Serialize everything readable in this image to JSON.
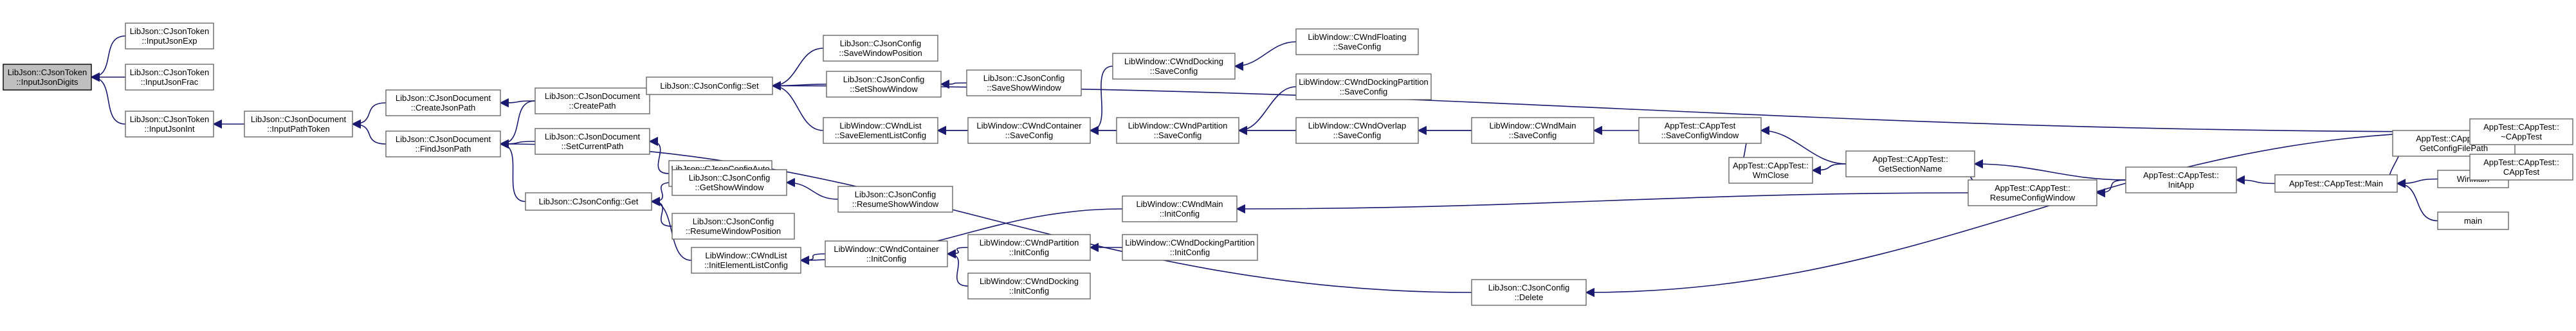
{
  "nodes": [
    {
      "id": "n0",
      "lines": [
        "LibJson::CJsonToken",
        "::InputJsonDigits"
      ],
      "root": true
    },
    {
      "id": "n1",
      "lines": [
        "LibJson::CJsonToken",
        "::InputJsonExp"
      ]
    },
    {
      "id": "n2",
      "lines": [
        "LibJson::CJsonToken",
        "::InputJsonFrac"
      ]
    },
    {
      "id": "n3",
      "lines": [
        "LibJson::CJsonToken",
        "::InputJsonInt"
      ]
    },
    {
      "id": "n4",
      "lines": [
        "LibJson::CJsonDocument",
        "::InputPathToken"
      ]
    },
    {
      "id": "n5",
      "lines": [
        "LibJson::CJsonDocument",
        "::CreateJsonPath"
      ]
    },
    {
      "id": "n6",
      "lines": [
        "LibJson::CJsonDocument",
        "::FindJsonPath"
      ]
    },
    {
      "id": "n7",
      "lines": [
        "LibJson::CJsonDocument",
        "::CreatePath"
      ]
    },
    {
      "id": "n8",
      "lines": [
        "LibJson::CJsonDocument",
        "::SetCurrentPath"
      ]
    },
    {
      "id": "n9",
      "lines": [
        "LibJson::CJsonConfig::Get"
      ]
    },
    {
      "id": "n10",
      "lines": [
        "LibJson::CJsonConfig::Set"
      ]
    },
    {
      "id": "n11",
      "lines": [
        "LibJson::CJsonConfigAuto",
        "::~CJsonConfigAuto"
      ]
    },
    {
      "id": "n12",
      "lines": [
        "LibJson::CJsonConfig",
        "::GetShowWindow"
      ]
    },
    {
      "id": "n13",
      "lines": [
        "LibJson::CJsonConfig",
        "::ResumeWindowPosition"
      ]
    },
    {
      "id": "n14",
      "lines": [
        "LibJson::CJsonConfig",
        "::SaveWindowPosition"
      ]
    },
    {
      "id": "n15",
      "lines": [
        "LibJson::CJsonConfig",
        "::SetShowWindow"
      ]
    },
    {
      "id": "n16",
      "lines": [
        "LibWindow::CWndList",
        "::SaveElementListConfig"
      ]
    },
    {
      "id": "n17",
      "lines": [
        "LibWindow::CWndList",
        "::InitElementListConfig"
      ]
    },
    {
      "id": "n18",
      "lines": [
        "LibJson::CJsonConfig",
        "::ResumeShowWindow"
      ]
    },
    {
      "id": "n19",
      "lines": [
        "LibJson::CJsonConfig",
        "::SaveShowWindow"
      ]
    },
    {
      "id": "n20",
      "lines": [
        "LibWindow::CWndContainer",
        "::SaveConfig"
      ]
    },
    {
      "id": "n21",
      "lines": [
        "LibWindow::CWndContainer",
        "::InitConfig"
      ]
    },
    {
      "id": "n22",
      "lines": [
        "LibWindow::CWndDocking",
        "::SaveConfig"
      ]
    },
    {
      "id": "n23",
      "lines": [
        "LibWindow::CWndPartition",
        "::SaveConfig"
      ]
    },
    {
      "id": "n24",
      "lines": [
        "LibWindow::CWndPartition",
        "::InitConfig"
      ]
    },
    {
      "id": "n25",
      "lines": [
        "LibWindow::CWndDocking",
        "::InitConfig"
      ]
    },
    {
      "id": "n26",
      "lines": [
        "LibWindow::CWndMain",
        "::InitConfig"
      ]
    },
    {
      "id": "n27",
      "lines": [
        "LibWindow::CWndFloating",
        "::SaveConfig"
      ]
    },
    {
      "id": "n28",
      "lines": [
        "LibWindow::CWndDockingPartition",
        "::SaveConfig"
      ]
    },
    {
      "id": "n29",
      "lines": [
        "LibWindow::CWndOverlap",
        "::SaveConfig"
      ]
    },
    {
      "id": "n30",
      "lines": [
        "LibWindow::CWndDockingPartition",
        "::InitConfig"
      ]
    },
    {
      "id": "n31",
      "lines": [
        "LibWindow::CWndMain",
        "::SaveConfig"
      ]
    },
    {
      "id": "n32",
      "lines": [
        "LibJson::CJsonConfig",
        "::Delete"
      ]
    },
    {
      "id": "n33",
      "lines": [
        "AppTest::CAppTest",
        "::SaveConfigWindow"
      ]
    },
    {
      "id": "n34",
      "lines": [
        "AppTest::CAppTest::",
        "WmClose"
      ]
    },
    {
      "id": "n35",
      "lines": [
        "AppTest::CAppTest::",
        "GetSectionName"
      ]
    },
    {
      "id": "n36",
      "lines": [
        "AppTest::CAppTest::",
        "ResumeConfigWindow"
      ]
    },
    {
      "id": "n37",
      "lines": [
        "AppTest::CAppTest::",
        "InitApp"
      ]
    },
    {
      "id": "n38",
      "lines": [
        "AppTest::CAppTest::Main"
      ]
    },
    {
      "id": "n39",
      "lines": [
        "AppTest::CAppTest::",
        "GetConfigFilePath"
      ]
    },
    {
      "id": "n40",
      "lines": [
        "WinMain"
      ]
    },
    {
      "id": "n41",
      "lines": [
        "main"
      ]
    },
    {
      "id": "n42",
      "lines": [
        "AppTest::CAppTest::",
        "~CAppTest"
      ]
    },
    {
      "id": "n43",
      "lines": [
        "AppTest::CAppTest::",
        "CAppTest"
      ]
    }
  ],
  "edges": [
    [
      "n1",
      "n0"
    ],
    [
      "n2",
      "n0"
    ],
    [
      "n3",
      "n0"
    ],
    [
      "n4",
      "n3"
    ],
    [
      "n5",
      "n4"
    ],
    [
      "n6",
      "n4"
    ],
    [
      "n7",
      "n5"
    ],
    [
      "n7",
      "n6"
    ],
    [
      "n8",
      "n6"
    ],
    [
      "n9",
      "n6"
    ],
    [
      "n32",
      "n6"
    ],
    [
      "n10",
      "n7"
    ],
    [
      "n11",
      "n8"
    ],
    [
      "n12",
      "n9"
    ],
    [
      "n13",
      "n9"
    ],
    [
      "n17",
      "n9"
    ],
    [
      "n14",
      "n10"
    ],
    [
      "n15",
      "n10"
    ],
    [
      "n16",
      "n10"
    ],
    [
      "n42",
      "n10"
    ],
    [
      "n18",
      "n12"
    ],
    [
      "n19",
      "n15"
    ],
    [
      "n20",
      "n16"
    ],
    [
      "n31",
      "n16"
    ],
    [
      "n21",
      "n17"
    ],
    [
      "n26",
      "n17"
    ],
    [
      "n22",
      "n20"
    ],
    [
      "n23",
      "n20"
    ],
    [
      "n24",
      "n21"
    ],
    [
      "n25",
      "n21"
    ],
    [
      "n27",
      "n22"
    ],
    [
      "n28",
      "n23"
    ],
    [
      "n29",
      "n23"
    ],
    [
      "n30",
      "n24"
    ],
    [
      "n36",
      "n26"
    ],
    [
      "n31",
      "n29"
    ],
    [
      "n33",
      "n31"
    ],
    [
      "n42",
      "n32"
    ],
    [
      "n34",
      "n33"
    ],
    [
      "n35",
      "n33"
    ],
    [
      "n35",
      "n34"
    ],
    [
      "n36",
      "n35"
    ],
    [
      "n37",
      "n35"
    ],
    [
      "n37",
      "n36"
    ],
    [
      "n38",
      "n37"
    ],
    [
      "n39",
      "n38"
    ],
    [
      "n40",
      "n38"
    ],
    [
      "n41",
      "n38"
    ],
    [
      "n42",
      "n39"
    ],
    [
      "n43",
      "n39"
    ]
  ]
}
